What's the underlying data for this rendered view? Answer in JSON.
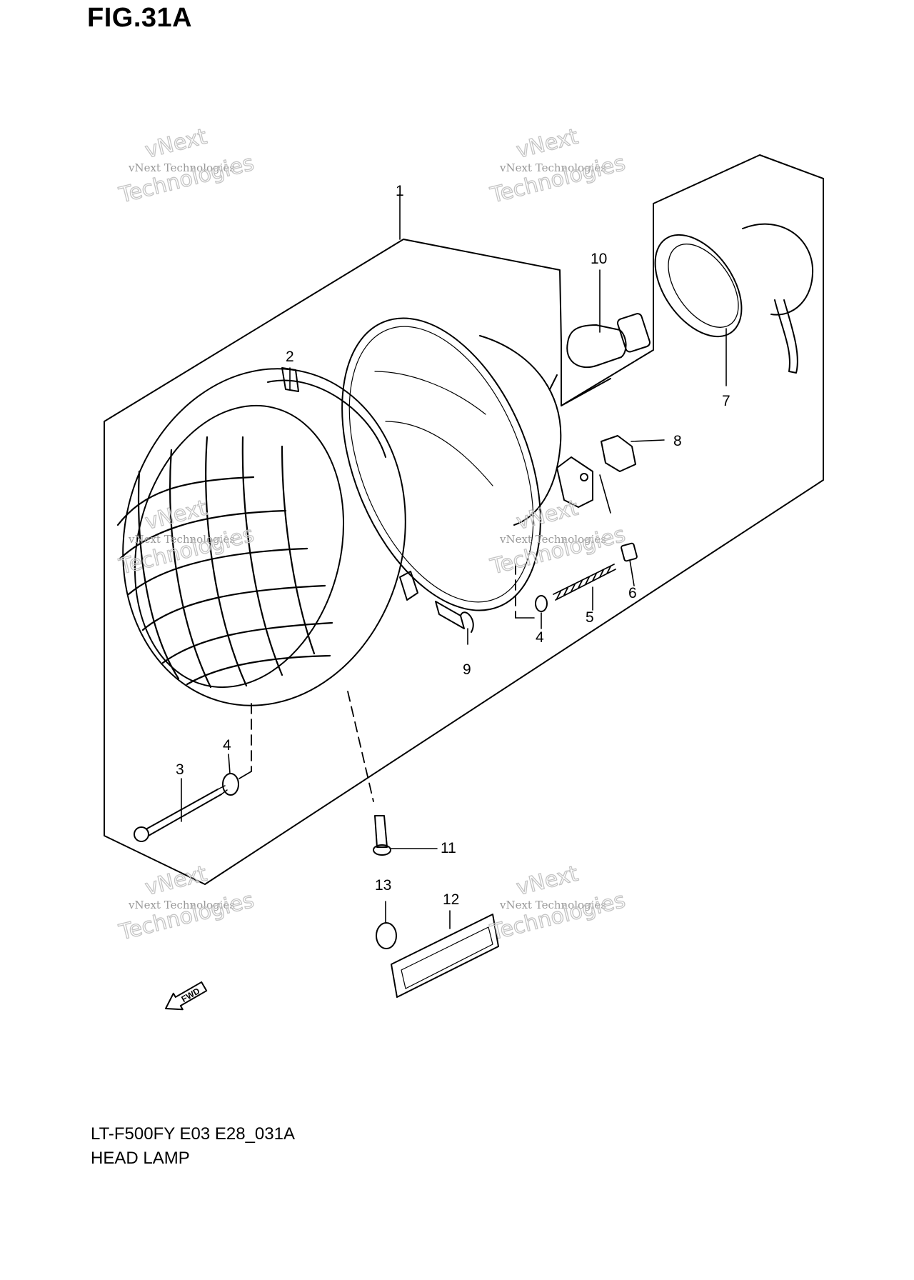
{
  "figure": {
    "title": "FIG.31A"
  },
  "caption": {
    "model_code": "LT-F500FY E03 E28_031A",
    "section_name": "HEAD LAMP"
  },
  "callouts": [
    "1",
    "2",
    "3",
    "4",
    "4",
    "5",
    "6",
    "7",
    "8",
    "9",
    "10",
    "11",
    "12",
    "13"
  ],
  "watermark": {
    "line1": "vNext",
    "line2": "vNext Technologies",
    "line3": "Technologies"
  },
  "direction_marker": {
    "label": "FWD"
  }
}
